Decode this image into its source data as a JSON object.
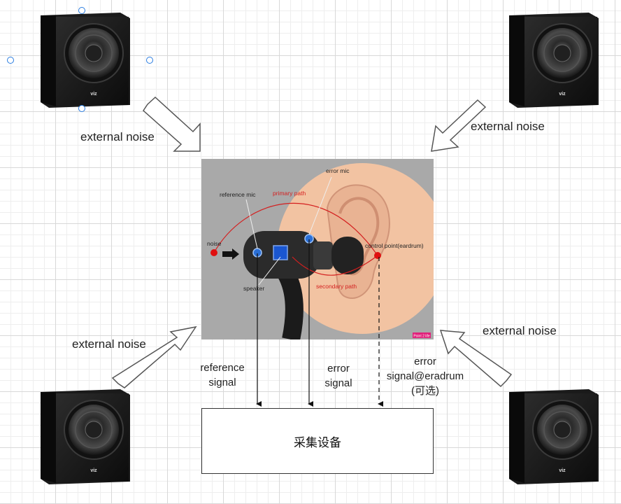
{
  "noise_labels": {
    "top_left": "external noise",
    "top_right": "external noise",
    "bottom_left": "external noise",
    "bottom_right": "external noise"
  },
  "ear_diagram": {
    "noise": "noise",
    "reference_mic": "reference mic",
    "primary_path": "primary path",
    "error_mic": "error mic",
    "control_point": "control point(eardrum)",
    "speaker": "speaker",
    "secondary_path": "secondary path",
    "badge": "Point 2 life"
  },
  "signals": {
    "reference_line1": "reference",
    "reference_line2": "signal",
    "error_line1": "error",
    "error_line2": "signal",
    "eardrum_line1": "error",
    "eardrum_line2": "signal@eradrum",
    "eardrum_line3": "(可选)"
  },
  "device": {
    "label": "采集设备"
  },
  "speaker_brand": "viz",
  "colors": {
    "panel_bg": "#a9a9a9",
    "skin": "#f2c3a2",
    "ear_dark": "#e6a98a",
    "path_red": "#d41f1f",
    "mic_blue": "#2a6fd6",
    "badge": "#e0207a"
  }
}
